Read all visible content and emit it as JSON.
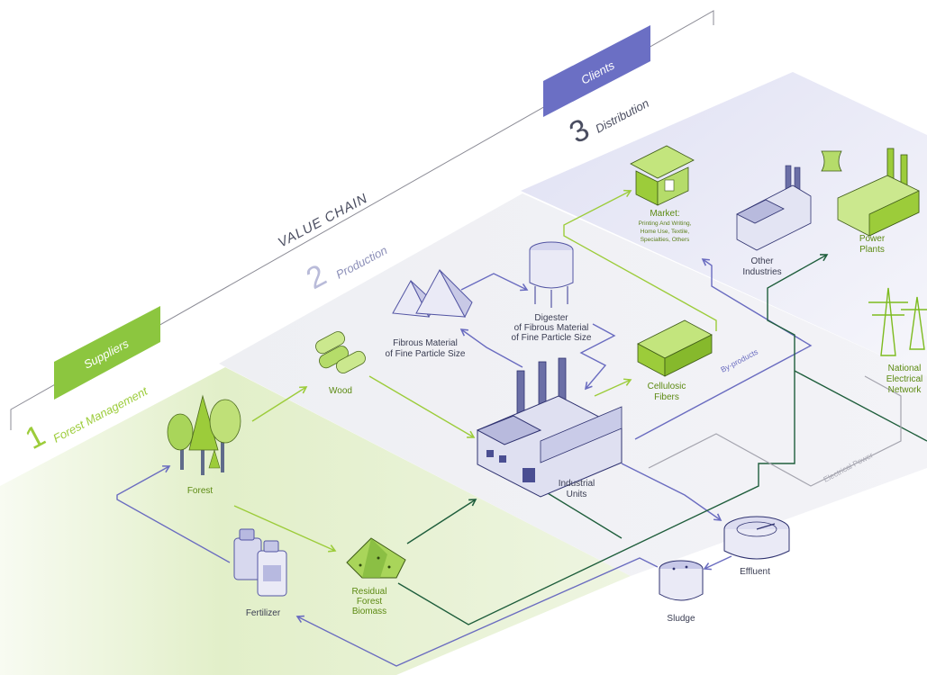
{
  "header": {
    "value_chain": "VALUE CHAIN",
    "suppliers_tag": "Suppliers",
    "clients_tag": "Clients"
  },
  "stages": [
    {
      "number": "1",
      "name": "Forest Management"
    },
    {
      "number": "2",
      "name": "Production"
    },
    {
      "number": "3",
      "name": "Distribution"
    }
  ],
  "nodes": {
    "forest": "Forest",
    "fertilizer": "Fertilizer",
    "residual_forest_biomass": [
      "Residual",
      "Forest",
      "Biomass"
    ],
    "wood": "Wood",
    "fibrous_material": [
      "Fibrous Material",
      "of Fine Particle Size"
    ],
    "digester": [
      "Digester",
      "of Fibrous Material",
      "of Fine Particle Size"
    ],
    "cellulosic_fibers": [
      "Cellulosic",
      "Fibers"
    ],
    "industrial_units": [
      "Industrial",
      "Units"
    ],
    "market_title": "Market:",
    "market_detail": [
      "Printing And Writing,",
      "Home Use, Textile,",
      "Specialties, Others"
    ],
    "other_industries": [
      "Other",
      "Industries"
    ],
    "power_plants": [
      "Power",
      "Plants"
    ],
    "national_electrical_network": [
      "National",
      "Electrical",
      "Network"
    ],
    "effluent": "Effluent",
    "sludge": "Sludge"
  },
  "flow_labels": {
    "by_products": "By-products",
    "electrical_power": "Electrical Power"
  },
  "colors": {
    "lime": "#9ccc3a",
    "lime_dark": "#7dbb1f",
    "violet": "#6a6cc0",
    "dark_green": "#1f5e3c",
    "gray_line": "#9a9aa6",
    "panel_green": "#e3f0cd",
    "panel_gray": "#eceef3",
    "panel_violet": "#e7e8f6"
  }
}
